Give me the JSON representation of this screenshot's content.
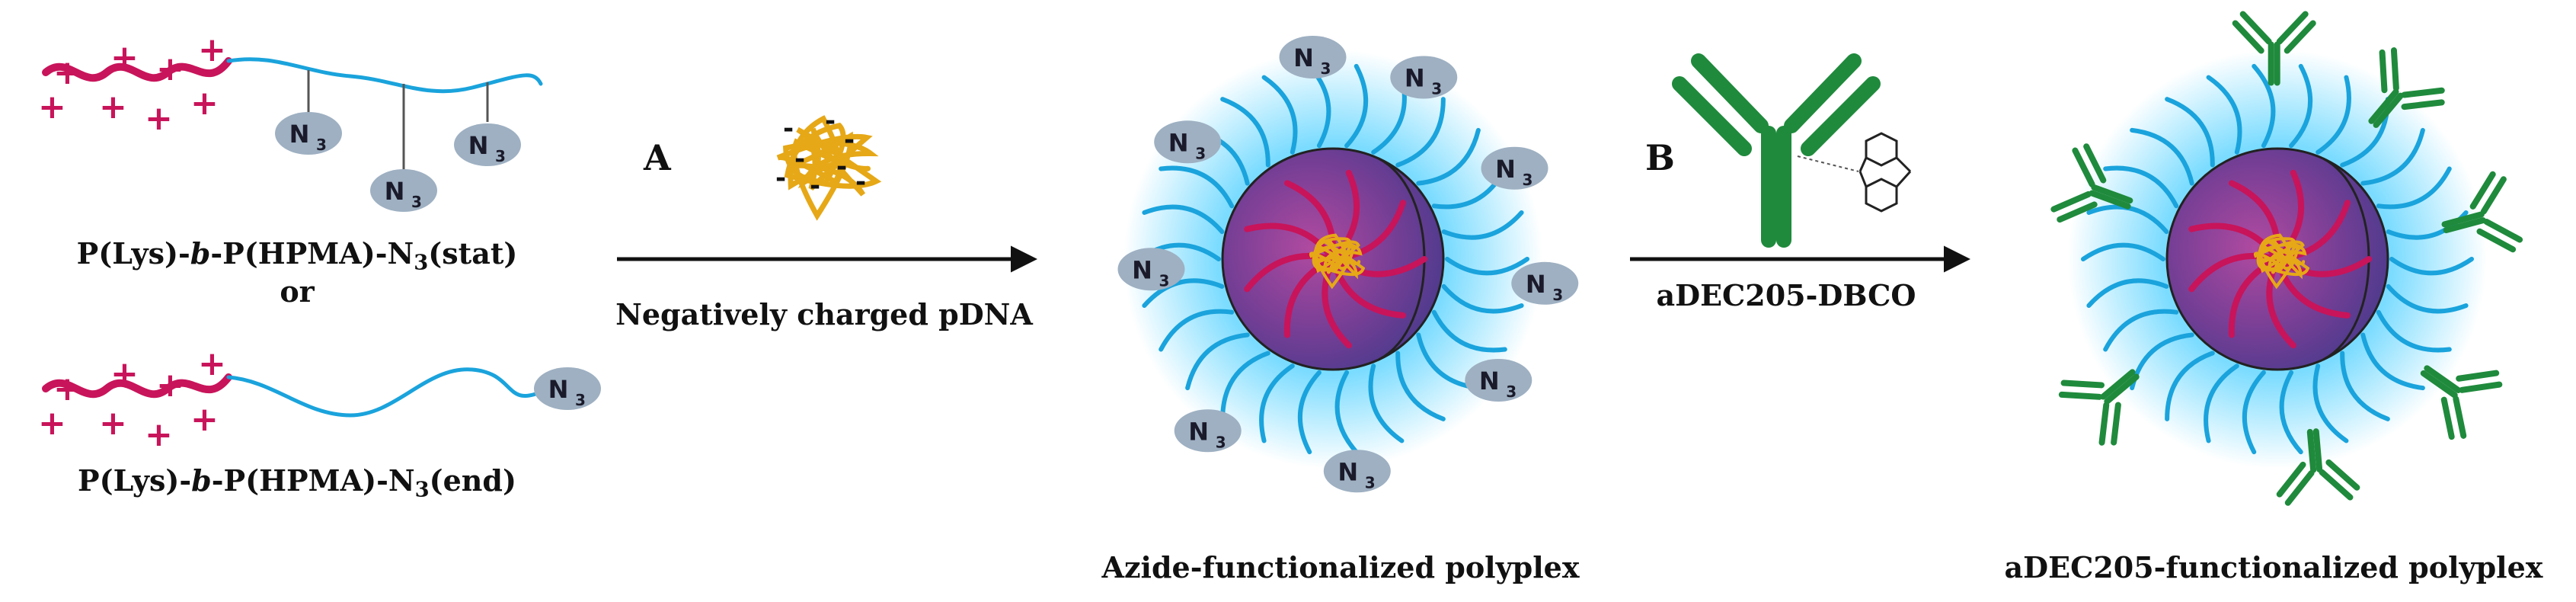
{
  "labels": {
    "polymer_stat_prefix": "P(Lys)-",
    "polymer_stat_italic": "b",
    "polymer_stat_mid": "-P(HPMA)-N",
    "polymer_stat_sub": "3",
    "polymer_stat_suffix": "(stat)",
    "or": "or",
    "polymer_end_prefix": "P(Lys)-",
    "polymer_end_italic": "b",
    "polymer_end_mid": "-P(HPMA)-N",
    "polymer_end_sub": "3",
    "polymer_end_suffix": "(end)",
    "step_a": "A",
    "step_a_caption": "Negatively charged pDNA",
    "step_b": "B",
    "step_b_caption": "aDEC205-DBCO",
    "azide_polyplex": "Azide-functionalized polyplex",
    "adec_polyplex": "aDEC205-functionalized polyplex"
  },
  "symbols": {
    "plus": "+",
    "minus": "-",
    "azide_main": "N",
    "azide_sub": "3"
  },
  "colors": {
    "lysine": "#c8145a",
    "hpma": "#1aa3dc",
    "azide_badge": "#9eb0c2",
    "pdna": "#e6a817",
    "antibody": "#1f8a3c",
    "core": "#6a3a8c",
    "halo": "#4fd0ff"
  }
}
